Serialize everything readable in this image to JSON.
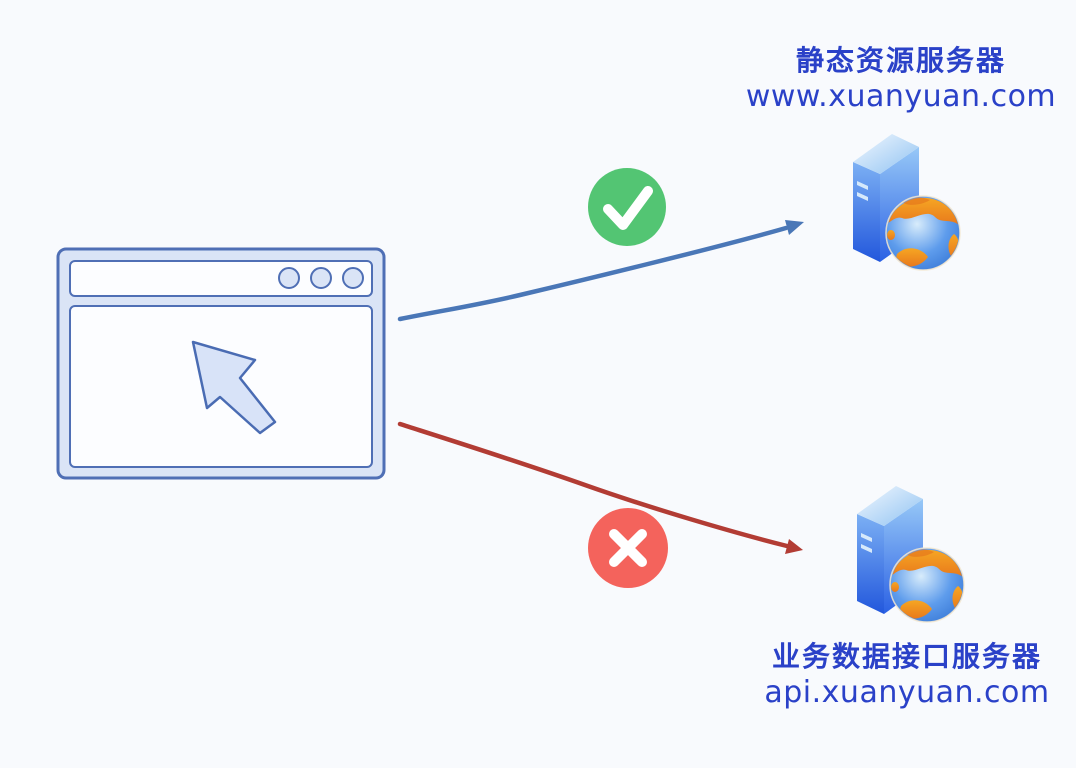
{
  "servers": {
    "static": {
      "label": "静态资源服务器",
      "url": "www.xuanyuan.com"
    },
    "api": {
      "label": "业务数据接口服务器",
      "url": "api.xuanyuan.com"
    }
  },
  "colors": {
    "label_text": "#2a41c8",
    "arrow_allowed": "#4a77b7",
    "arrow_blocked": "#b23c34",
    "status_allowed": "#53c573",
    "status_blocked": "#f4635c",
    "window_fill": "#dae4f6",
    "window_stroke": "#4f6fb5",
    "background": "#f8fafd"
  }
}
